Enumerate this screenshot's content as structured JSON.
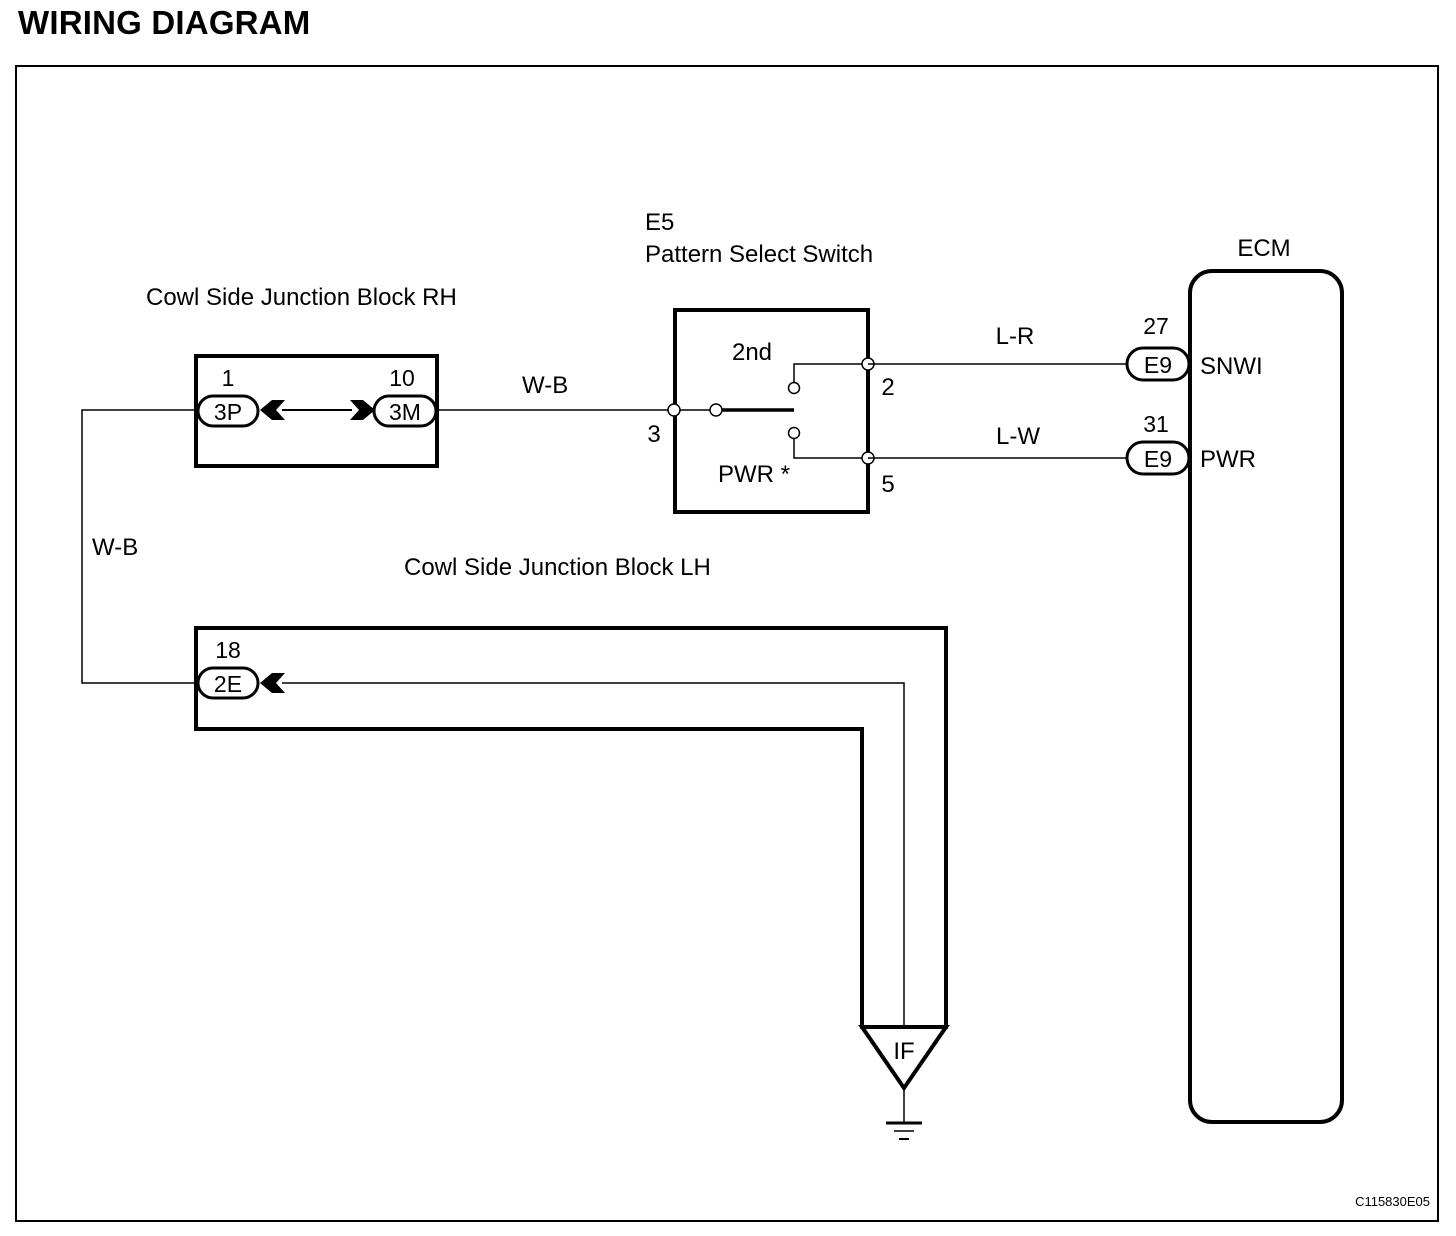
{
  "title": "WIRING DIAGRAM",
  "figure_code": "C115830E05",
  "components": {
    "junction_rh": {
      "label": "Cowl Side Junction Block RH",
      "pins": [
        {
          "connector": "3P",
          "pin": "1"
        },
        {
          "connector": "3M",
          "pin": "10"
        }
      ]
    },
    "junction_lh": {
      "label": "Cowl Side Junction Block LH",
      "pins": [
        {
          "connector": "2E",
          "pin": "18"
        }
      ]
    },
    "switch": {
      "code": "E5",
      "label": "Pattern Select Switch",
      "positions": [
        "2nd",
        "PWR *"
      ],
      "pins": [
        "3",
        "2",
        "5"
      ]
    },
    "ecm": {
      "label": "ECM",
      "terminals": [
        {
          "connector": "E9",
          "pin": "27",
          "signal": "SNWI"
        },
        {
          "connector": "E9",
          "pin": "31",
          "signal": "PWR"
        }
      ]
    },
    "ground": {
      "label": "IF"
    }
  },
  "wires": {
    "wb_top": "W-B",
    "wb_left": "W-B",
    "lr": "L-R",
    "lw": "L-W"
  }
}
